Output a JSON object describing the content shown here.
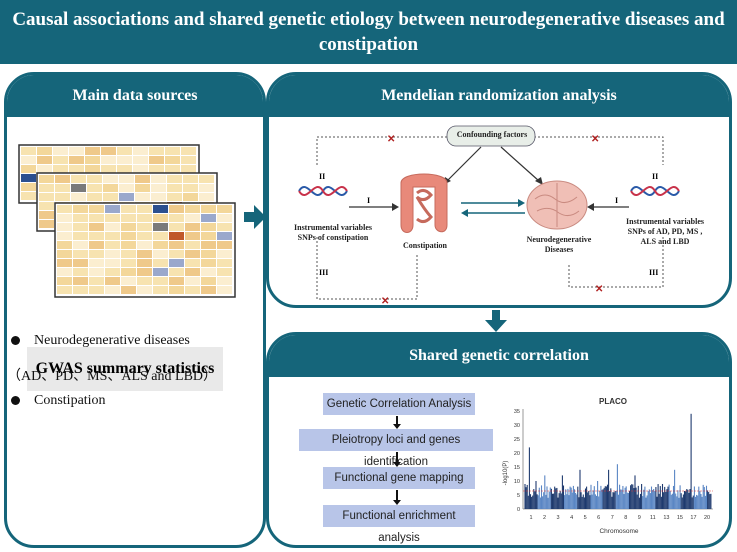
{
  "banner": {
    "title": "Causal associations and shared genetic etiology between neurodegenerative diseases and constipation"
  },
  "left": {
    "header": "Main data sources",
    "gwas_label": "GWAS summary statistics",
    "bullets": [
      "Neurodegenerative diseases",
      "（AD、PD、MS、ALS and LBD）",
      "Constipation"
    ]
  },
  "mr": {
    "header": "Mendelian randomization analysis",
    "confounding": "Confounding factors",
    "iv_left_1": "Instrumental variables",
    "iv_left_2": "SNPs of constipation",
    "iv_right_1": "Instrumental variables",
    "iv_right_2": "SNPs of AD, PD, MS ,",
    "iv_right_3": "ALS and LBD",
    "constipation": "Constipation",
    "neuro_1": "Neurodegenerative",
    "neuro_2": "Diseases",
    "roman_I": "I",
    "roman_II": "II",
    "roman_III": "III"
  },
  "shared": {
    "header": "Shared genetic correlation",
    "flow": [
      "Genetic Correlation Analysis",
      "Pleiotropy loci and genes identification",
      "Functional gene mapping",
      "Functional enrichment analysis"
    ],
    "plot_title": "PLACO",
    "y_label": "-log10(P)",
    "x_label": "Chromosome",
    "y_ticks": [
      "35",
      "30",
      "25",
      "20",
      "15",
      "10",
      "5",
      "0"
    ],
    "x_ticks": [
      "1",
      "2",
      "3",
      "4",
      "5",
      "6",
      "7",
      "8",
      "9",
      "11",
      "13",
      "15",
      "17",
      "20"
    ],
    "accent": "#15657a",
    "box_color": "#b8c5e8"
  }
}
